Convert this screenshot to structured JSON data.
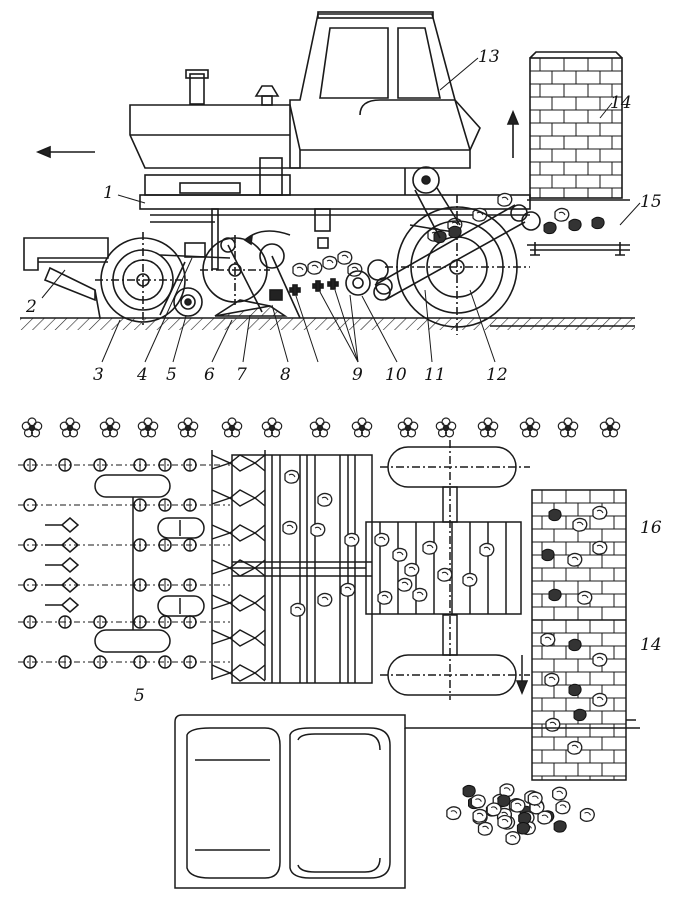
{
  "labels": {
    "n1": "1",
    "n2": "2",
    "n3": "3",
    "n4": "4",
    "n5": "5",
    "n6": "6",
    "n7": "7",
    "n8": "8",
    "n9": "9",
    "n10": "10",
    "n11": "11",
    "n12": "12",
    "n13": "13",
    "n14": "14",
    "n15": "15",
    "n16": "16",
    "n5b": "5",
    "n14b": "14"
  },
  "colors": {
    "ink": "#1a1a1a",
    "paper": "#ffffff"
  }
}
